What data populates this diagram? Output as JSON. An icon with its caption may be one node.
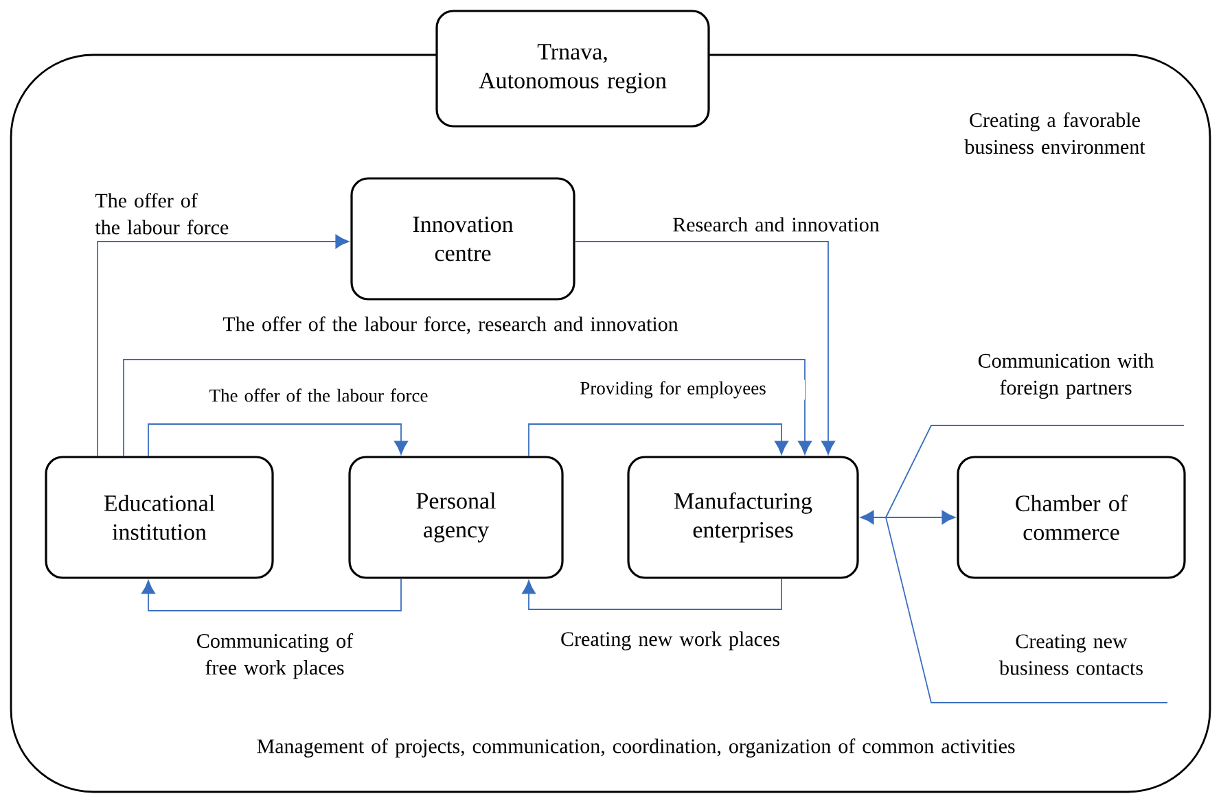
{
  "diagram": {
    "nodes": [
      {
        "text": [
          "Trnava, Autonomous region"
        ]
      },
      {
        "text": [
          "Innovation centre"
        ]
      },
      {
        "text": [
          "Educational institution"
        ]
      },
      {
        "text": [
          "Personal agency"
        ]
      },
      {
        "text": [
          "Manufacturing enterprises"
        ]
      },
      {
        "text": [
          "Chamber of commerce"
        ]
      }
    ],
    "edges": [
      {
        "from": 2,
        "to": 1,
        "arrow": "to",
        "label": "The offer of the labour force"
      },
      {
        "from": 1,
        "to": 4,
        "arrow": "to",
        "label": "Research and innovation"
      },
      {
        "from": 2,
        "to": 4,
        "arrow": "to",
        "label": "The offer of the labour force, research and innovation"
      },
      {
        "from": 2,
        "to": 3,
        "arrow": "to",
        "label": "The offer of the labour force"
      },
      {
        "from": 3,
        "to": 4,
        "arrow": "to",
        "label": "Providing for employees"
      },
      {
        "from": 3,
        "to": 2,
        "arrow": "to",
        "label": "Communicating of free work places"
      },
      {
        "from": 4,
        "to": 3,
        "arrow": "to",
        "label": "Creating new work places"
      },
      {
        "from": 4,
        "to": 5,
        "arrow": "both"
      }
    ],
    "labels": [
      "Creating a favorable business environment",
      "Communication with foreign partners",
      "Creating new business contacts",
      "Management of projects, communication, coordination, organization of common activities"
    ]
  }
}
